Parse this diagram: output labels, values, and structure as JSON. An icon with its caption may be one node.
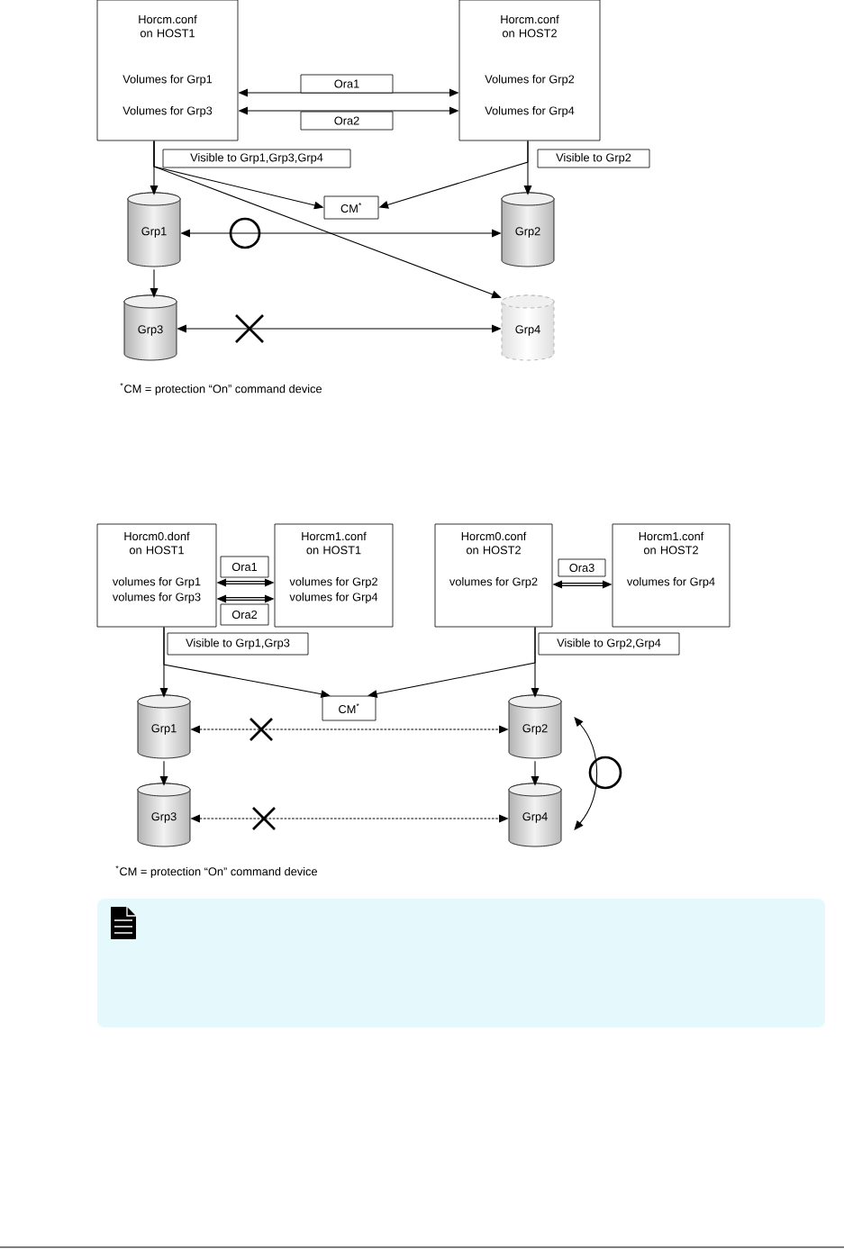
{
  "diagram": {
    "nodes": [
      {
        "text": [
          "Horcm.conf on HOST1",
          "Volumes for Grp1",
          "Volumes for Grp3"
        ]
      },
      {
        "text": [
          "Horcm.conf on HOST2",
          "Volumes for Grp2",
          "Volumes for Grp4"
        ]
      },
      {
        "text": [
          "CM$^{*}$"
        ]
      },
      {
        "text": [
          "Grp1"
        ]
      },
      {
        "text": [
          "Grp2"
        ]
      },
      {
        "text": [
          "Grp3"
        ]
      },
      {
        "text": [
          "Grp4"
        ]
      },
      {
        "text": [
          "Horcm0.donf on HOST1",
          "volumes for Grp1",
          "volumes for Grp3"
        ]
      },
      {
        "text": [
          "Horcm1.conf on HOST1",
          "volumes for Grp2",
          "volumes for Grp4"
        ]
      },
      {
        "text": [
          "Horcm0.conf on HOST2",
          "volumes for Grp2"
        ]
      },
      {
        "text": [
          "Horcm1.conf on HOST2",
          "volumes for Grp4"
        ]
      },
      {
        "text": [
          "CM$^{*}$"
        ]
      },
      {
        "text": [
          "Grp1"
        ]
      },
      {
        "text": [
          "Grp2"
        ]
      },
      {
        "text": [
          "Grp3"
        ]
      },
      {
        "text": [
          "Grp4"
        ]
      }
    ],
    "edges": [
      {
        "from": 0,
        "to": 1,
        "arrow": "both",
        "label": "Ora1"
      },
      {
        "from": 0,
        "to": 1,
        "arrow": "both",
        "label": "Ora2"
      },
      {
        "from": 0,
        "to": 3,
        "arrow": "to"
      },
      {
        "from": 0,
        "to": 2,
        "arrow": "to"
      },
      {
        "from": 0,
        "to": 6,
        "arrow": "to"
      },
      {
        "from": 1,
        "to": 2,
        "arrow": "to"
      },
      {
        "from": 1,
        "to": 4,
        "arrow": "to"
      },
      {
        "from": 3,
        "to": 4,
        "arrow": "both"
      },
      {
        "from": 3,
        "to": 5,
        "arrow": "to"
      },
      {
        "from": 5,
        "to": 6,
        "arrow": "both"
      },
      {
        "from": 7,
        "to": 8,
        "arrow": "both",
        "label": "Ora1",
        "style": "thick"
      },
      {
        "from": 7,
        "to": 8,
        "arrow": "both",
        "label": "Ora2",
        "style": "thick"
      },
      {
        "from": 9,
        "to": 10,
        "arrow": "both",
        "label": "Ora3",
        "style": "thick"
      },
      {
        "from": 7,
        "to": 12,
        "arrow": "to"
      },
      {
        "from": 7,
        "to": 11,
        "arrow": "to"
      },
      {
        "from": 9,
        "to": 11,
        "arrow": "to"
      },
      {
        "from": 9,
        "to": 13,
        "arrow": "to"
      },
      {
        "from": 12,
        "to": 13,
        "arrow": "both",
        "style": "dashed"
      },
      {
        "from": 12,
        "to": 14,
        "arrow": "to"
      },
      {
        "from": 13,
        "to": 15,
        "arrow": "to"
      },
      {
        "from": 14,
        "to": 15,
        "arrow": "both",
        "style": "dashed"
      },
      {
        "from": 13,
        "to": 15,
        "arrow": "both"
      }
    ],
    "labels": [
      "Visible to Grp1,Grp3,Grp4",
      "Visible to Grp2",
      "$^{*}$CM = protection “On” command device",
      "Visible to Grp1,Grp3",
      "Visible to Grp2,Grp4",
      "$^{*}$CM = protection “On” command device"
    ]
  }
}
